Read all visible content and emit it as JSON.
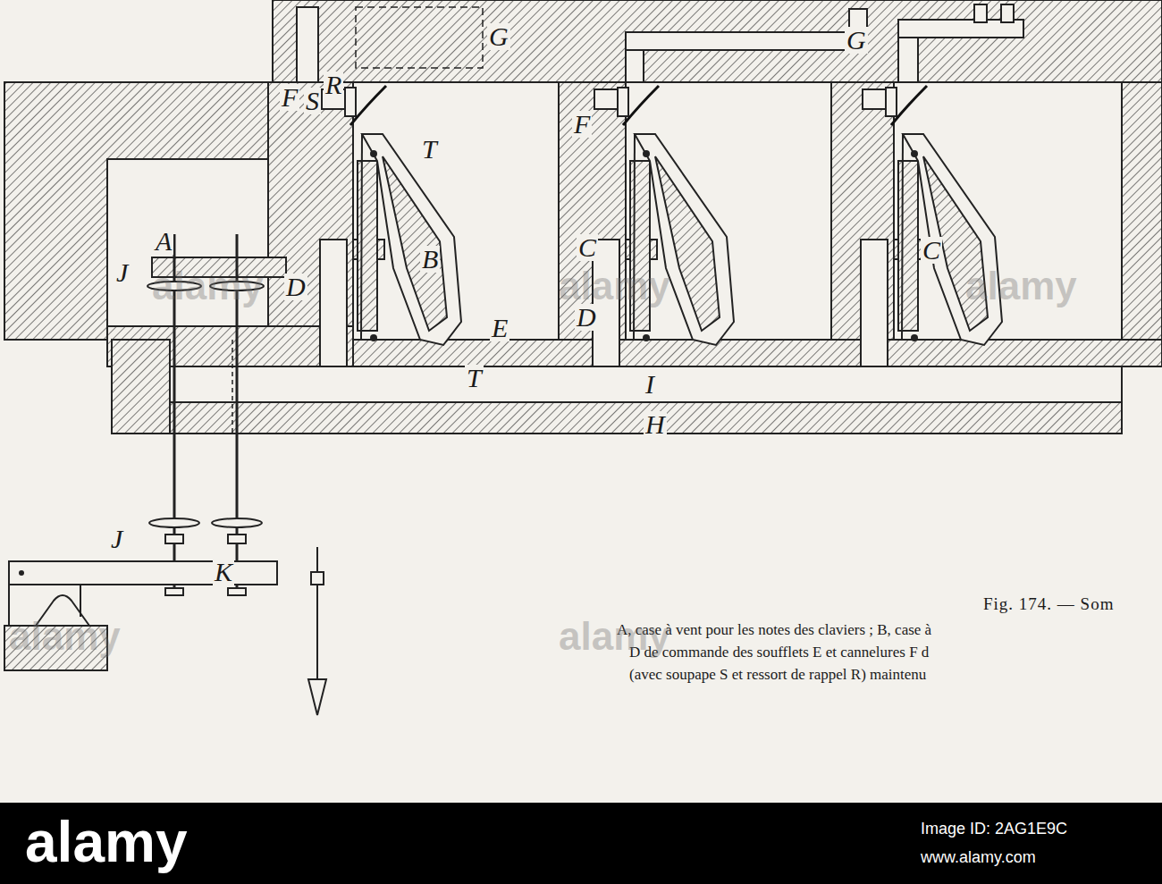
{
  "diagram": {
    "caption": "Fig. 174. — Som",
    "labels": [
      "G",
      "G",
      "F",
      "S",
      "R",
      "F",
      "T",
      "B",
      "C",
      "C",
      "A",
      "J",
      "D",
      "E",
      "D",
      "T",
      "I",
      "H",
      "J",
      "K",
      "A, case à vent pour les notes des claviers ; B, case à",
      "D de commande des soufflets E et cannelures F d",
      "(avec soupape S et ressort de rappel R) maintenu",
      "alamy",
      "alamy",
      "alamy",
      "alamy",
      "alamy",
      "alamy",
      "Image ID: 2AG1E9C",
      "www.alamy.com"
    ]
  }
}
